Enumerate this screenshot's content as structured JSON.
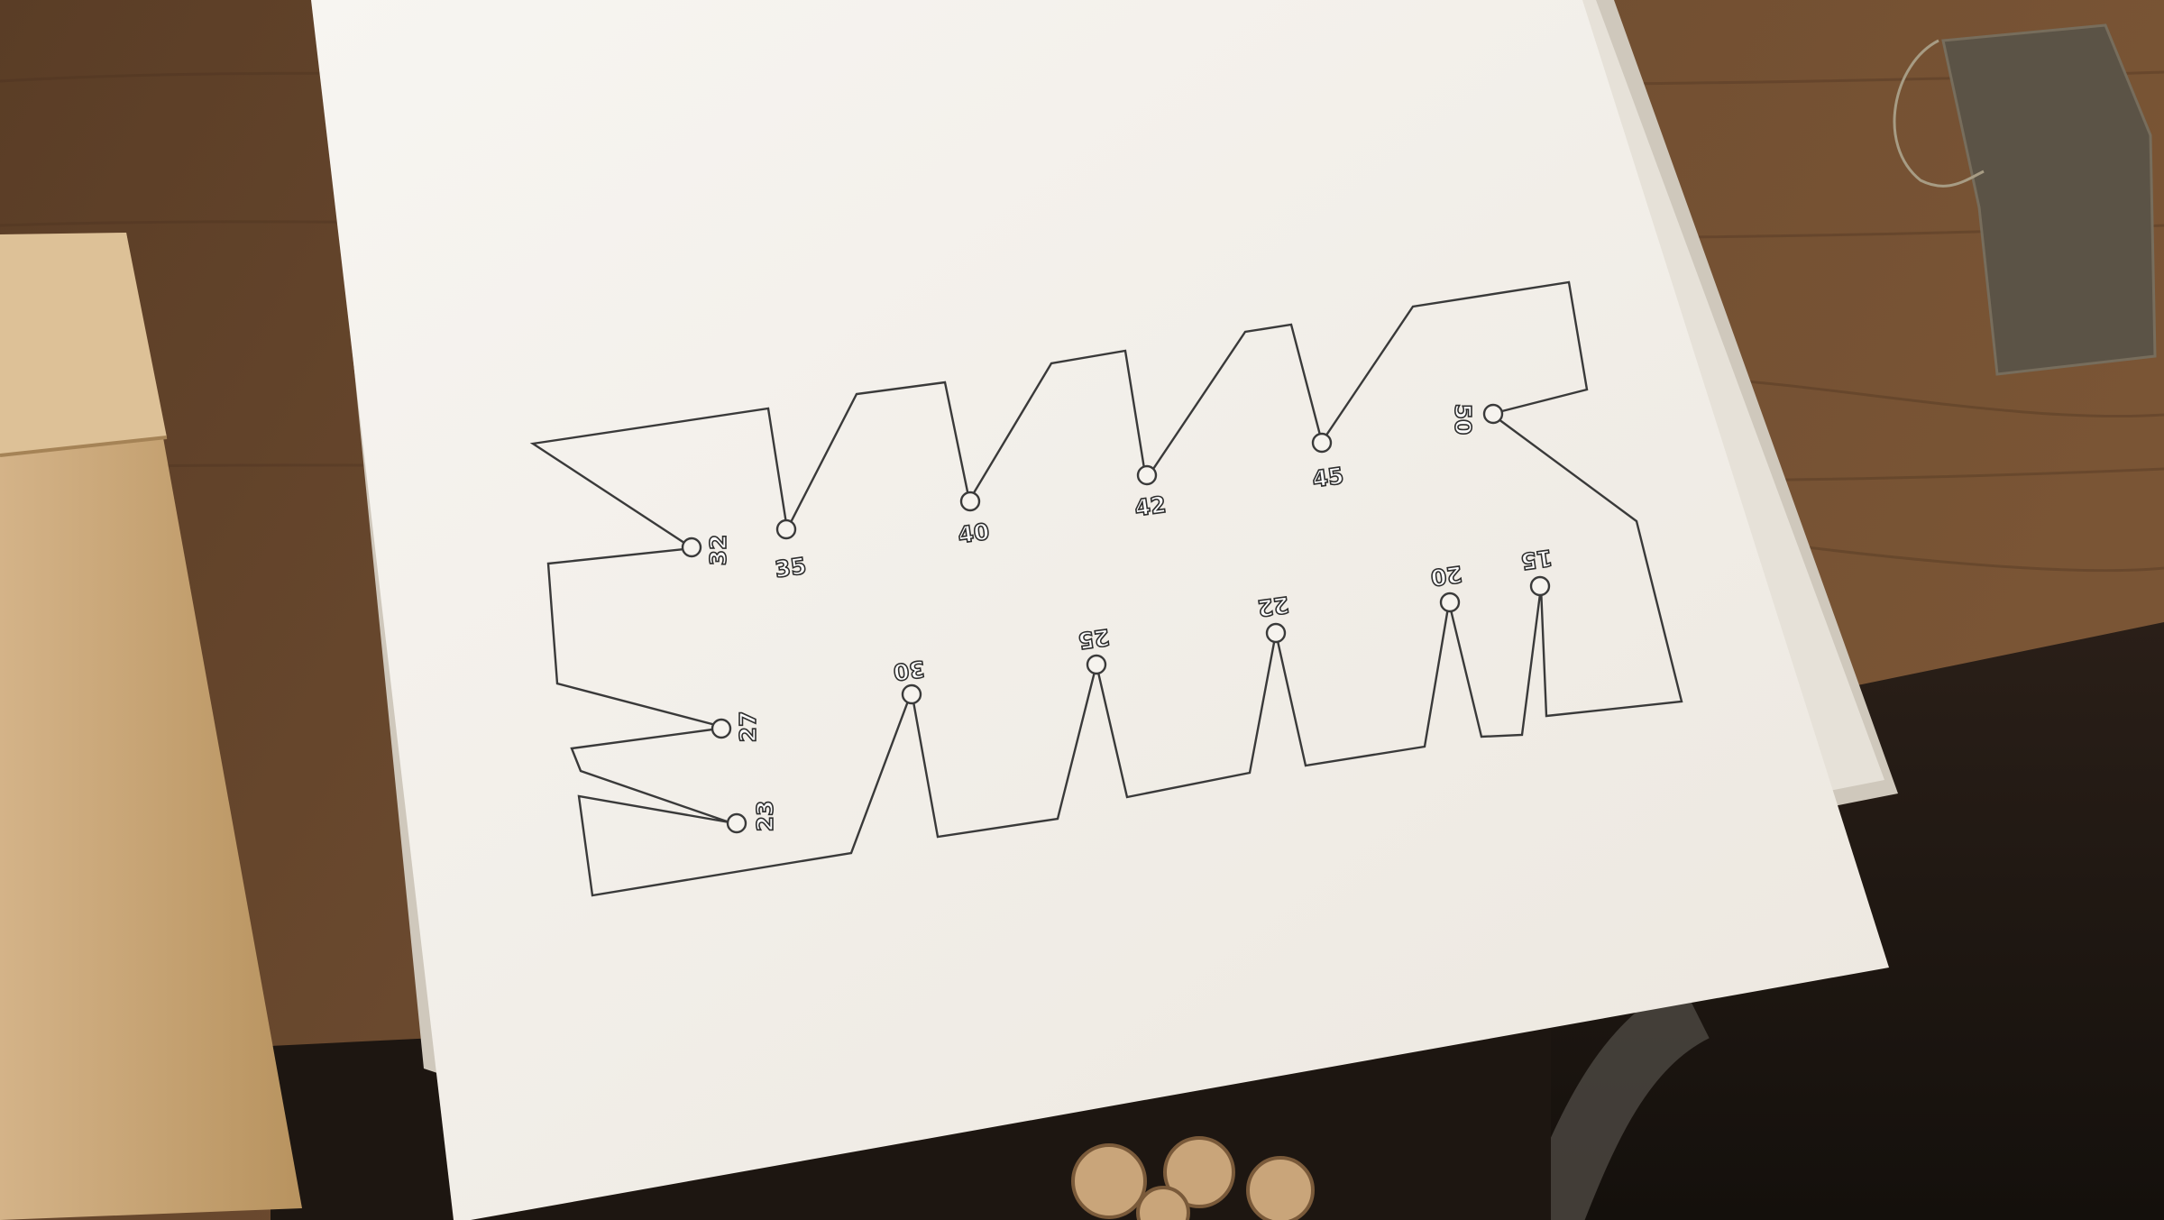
{
  "scene": {
    "subject": "printed angle-gauge template on paper lying on a wooden workbench",
    "colors": {
      "bench_wood": "#6b4a2f",
      "bench_wood_light": "#8a6442",
      "paper": "#f4f1ec",
      "paper_shadow": "#d8d2c8",
      "template_line": "#3a3a3a",
      "plywood": "#c9a57a",
      "sandpaper": "#5b5346",
      "floor_dark": "#1e1712"
    }
  },
  "template": {
    "angle_labels": [
      {
        "id": "32",
        "text": "32"
      },
      {
        "id": "35",
        "text": "35"
      },
      {
        "id": "40",
        "text": "40"
      },
      {
        "id": "42",
        "text": "42"
      },
      {
        "id": "45",
        "text": "45"
      },
      {
        "id": "50",
        "text": "50"
      },
      {
        "id": "27",
        "text": "27"
      },
      {
        "id": "23",
        "text": "23"
      },
      {
        "id": "30",
        "text": "30"
      },
      {
        "id": "25",
        "text": "25"
      },
      {
        "id": "22",
        "text": "22"
      },
      {
        "id": "20",
        "text": "20"
      },
      {
        "id": "15",
        "text": "15"
      }
    ]
  }
}
